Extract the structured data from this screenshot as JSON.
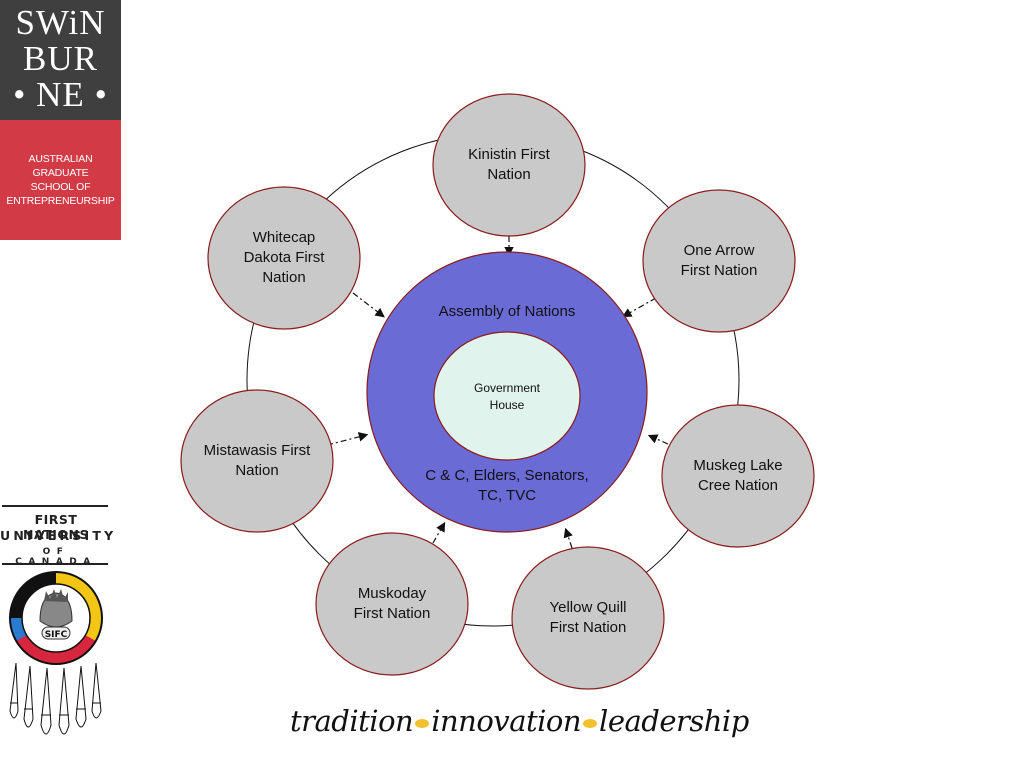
{
  "logos": {
    "swinburne": {
      "lines": [
        "SWiN",
        "BUR",
        "• NE •"
      ],
      "subtitle_lines": [
        "AUSTRALIAN",
        "GRADUATE",
        "SCHOOL OF",
        "ENTREPRENEURSHIP"
      ],
      "colors": {
        "top": "#3f3f3f",
        "bottom": "#d23a45"
      }
    },
    "first_nations_university": {
      "lines": [
        "FIRST NATIONS",
        "UNIVERSITY",
        "OF CANADA"
      ],
      "badge": "SIFC",
      "colors": {
        "blue": "#2b7bd0",
        "yellow": "#f3c514",
        "red": "#d7263d",
        "black": "#111111"
      }
    }
  },
  "diagram": {
    "center": {
      "outer_label": "Assembly of Nations",
      "inner_label": "Government\nHouse",
      "bottom_label": "C & C, Elders, Senators,\nTC, TVC",
      "outer_color": "#6b6bd6",
      "inner_color": "#e0f3ec"
    },
    "nodes": [
      {
        "label": "Kinistin First\nNation"
      },
      {
        "label": "One Arrow\nFirst Nation"
      },
      {
        "label": "Muskeg Lake\nCree Nation"
      },
      {
        "label": "Yellow Quill\nFirst Nation"
      },
      {
        "label": "Muskoday\nFirst Nation"
      },
      {
        "label": "Mistawasis First\nNation"
      },
      {
        "label": "Whitecap\nDakota First\nNation"
      }
    ],
    "node_fill": "#c9c9c9",
    "node_border": "#8b1a1a"
  },
  "tagline": {
    "words": [
      "tradition",
      "innovation",
      "leadership"
    ]
  }
}
